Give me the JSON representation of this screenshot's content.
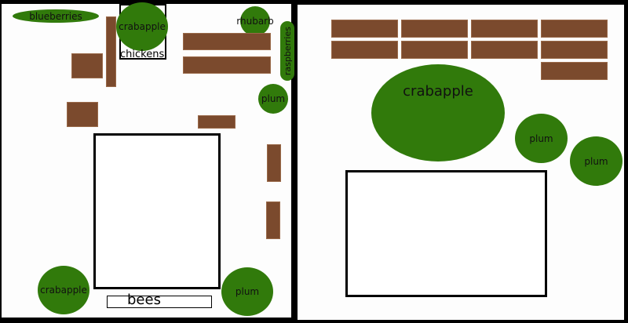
{
  "left_plot": {
    "plants": {
      "blueberries": "blueberries",
      "crabapple_top": "crabapple",
      "rhubarb": "rhubarb",
      "raspberries": "raspberries",
      "plum_small": "plum",
      "crabapple_bottom": "crabapple",
      "plum_bottom": "plum"
    },
    "labels": {
      "chickens": "chickens",
      "bees": "bees"
    }
  },
  "right_plot": {
    "plants": {
      "crabapple": "crabapple",
      "plum_left": "plum",
      "plum_right": "plum"
    }
  },
  "colors": {
    "background": "#000000",
    "plot": "#fdfdfd",
    "bed": "#7b4a2d",
    "plant": "#317a0b"
  }
}
